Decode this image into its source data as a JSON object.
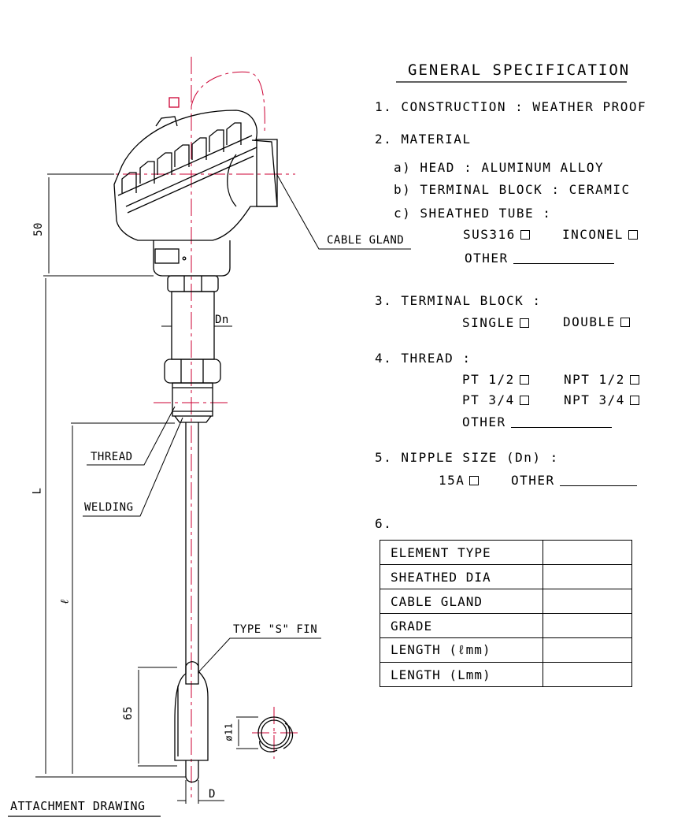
{
  "spec": {
    "title": "GENERAL SPECIFICATION",
    "construction": "1. CONSTRUCTION : WEATHER PROOF",
    "material": "2. MATERIAL",
    "head": "a) HEAD : ALUMINUM ALLOY",
    "terminal_block_material": "b) TERMINAL BLOCK : CERAMIC",
    "sheathed_tube": "c) SHEATHED TUBE :",
    "opt_sus316": "SUS316",
    "opt_inconel": "INCONEL",
    "opt_other_material": "OTHER",
    "terminal_block": "3. TERMINAL BLOCK :",
    "opt_single": "SINGLE",
    "opt_double": "DOUBLE",
    "thread": "4. THREAD :",
    "opt_pt12": "PT 1/2",
    "opt_npt12": "NPT 1/2",
    "opt_pt34": "PT 3/4",
    "opt_npt34": "NPT 3/4",
    "opt_other_thread": "OTHER",
    "nipple_size": "5. NIPPLE SIZE (Dn) :",
    "opt_15a": "15A",
    "opt_other_nipple": "OTHER",
    "item6": "6."
  },
  "table": {
    "rows": [
      "ELEMENT TYPE",
      "SHEATHED DIA",
      "CABLE GLAND",
      "GRADE",
      "LENGTH  (ℓmm)",
      "LENGTH  (Lmm)"
    ]
  },
  "labels": {
    "cable_gland": "CABLE GLAND",
    "dn": "Dn",
    "thread": "THREAD",
    "welding": "WELDING",
    "fin": "TYPE \"S\" FIN",
    "dim_50": "50",
    "dim_L": "L",
    "dim_l": "ℓ",
    "dim_65": "65",
    "dim_phi11": "ø11",
    "dim_D": "D",
    "attachment": "ATTACHMENT DRAWING"
  },
  "colors": {
    "centerline": "#cc0033",
    "line": "#000000"
  }
}
